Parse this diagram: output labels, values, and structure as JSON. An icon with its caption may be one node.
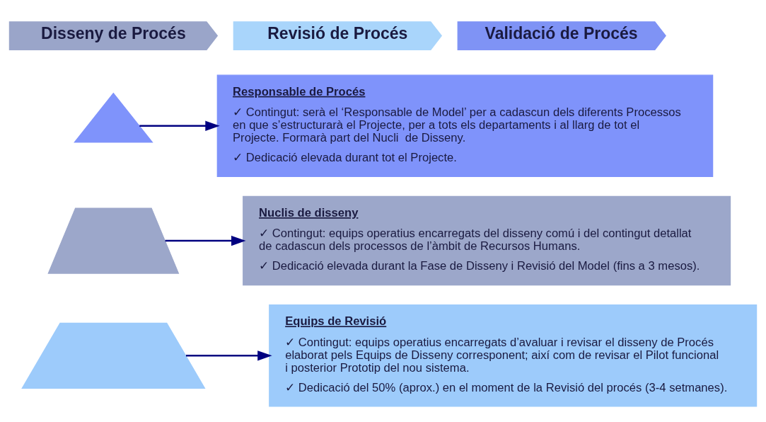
{
  "diagram": {
    "nodes": [
      {
        "text": [
          "Disseny de Procés"
        ]
      },
      {
        "text": [
          "Revisió de Procés"
        ]
      },
      {
        "text": [
          "Validació de Procés"
        ]
      },
      {
        "text": [],
        "shape": "triangle"
      },
      {
        "text": [],
        "shape": "trapezium"
      },
      {
        "text": [],
        "shape": "trapezium"
      },
      {
        "text": [
          "Responsable de Procés",
          "✓ Contingut: serà el ‘Responsable de Model’ per a cadascun dels diferents Processos en que s’estructurarà el Projecte, per a tots els departaments i al llarg de tot el Projecte. Formarà part del Nucli  de Disseny.",
          "✓ Dedicació elevada durant tot el Projecte."
        ]
      },
      {
        "text": [
          "Nuclis de disseny",
          "✓ Contingut: equips operatius encarregats del disseny comú i del contingut detallat de cadascun dels processos de l’àmbit de Recursos Humans.",
          "✓ Dedicació elevada durant la Fase de Disseny i Revisió del Model (fins a 3 mesos)."
        ]
      },
      {
        "text": [
          "Equips de Revisió",
          "✓ Contingut: equips operatius encarregats d’avaluar i revisar el disseny de Procés elaborat pels Equips de Disseny corresponent; així com de revisar el Pilot funcional i posterior Prototip del nou sistema.",
          "✓ Dedicació del 50% (aprox.) en el moment de la Revisió del procés (3-4 setmanes)."
        ]
      }
    ],
    "edges": [
      {
        "from": 3,
        "to": 6,
        "arrow": "to"
      },
      {
        "from": 4,
        "to": 7,
        "arrow": "to"
      },
      {
        "from": 5,
        "to": 8,
        "arrow": "to"
      }
    ]
  }
}
